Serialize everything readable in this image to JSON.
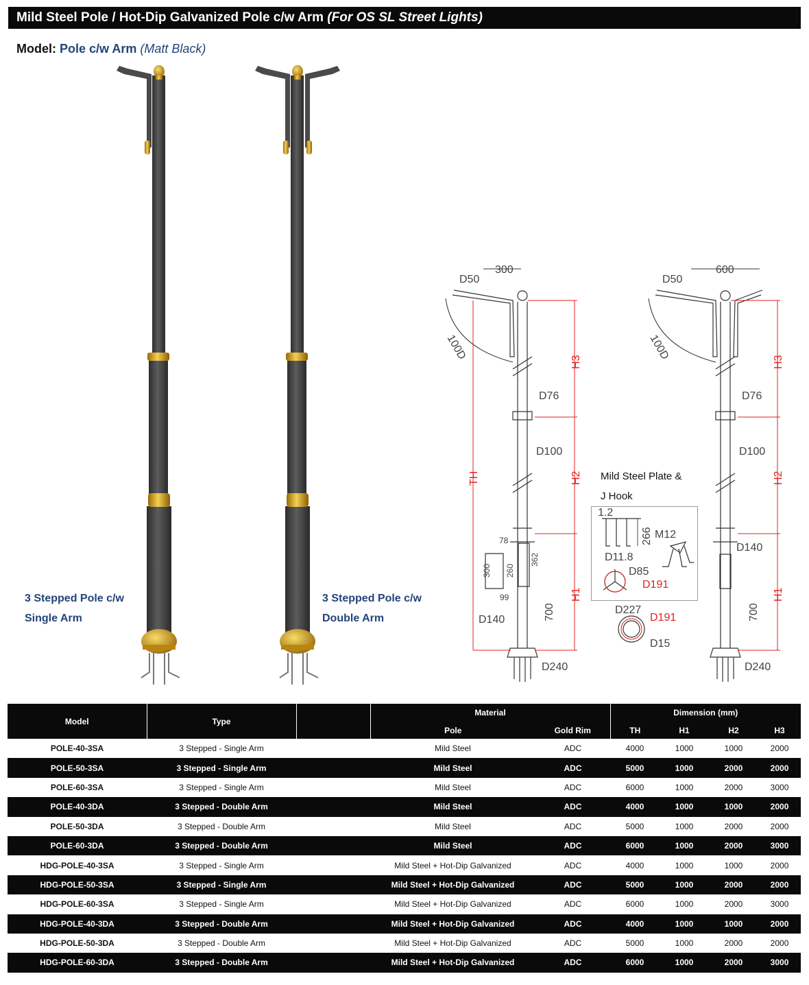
{
  "banner": {
    "title": "Mild Steel Pole / Hot-Dip Galvanized Pole c/w Arm",
    "subtitle": "(For OS SL Street Lights)"
  },
  "model": {
    "label": "Model:",
    "name": "Pole c/w Arm",
    "finish": "(Matt Black)"
  },
  "captions": {
    "single_l1": "3 Stepped Pole c/w",
    "single_l2": "Single Arm",
    "double_l1": "3 Stepped Pole c/w",
    "double_l2": "Double Arm"
  },
  "colors": {
    "pole": "#4a4a4a",
    "gold": "#d4a21c",
    "header_bg": "#0a0a0a",
    "accent_text": "#23447a",
    "dim_red": "#e32020"
  },
  "drawing": {
    "single": {
      "arm": "300",
      "d50": "D50",
      "r100": "100D",
      "th": "TH",
      "h3": "H3",
      "h2": "H2",
      "h1": "H1",
      "d76": "D76",
      "d100": "D100",
      "d140": "D140",
      "d240": "D240",
      "d78": "78",
      "d300": "300",
      "d260": "260",
      "d362": "362",
      "d99": "99",
      "d700": "700"
    },
    "double": {
      "arm": "600",
      "d50": "D50",
      "r100": "100D",
      "h3": "H3",
      "h2": "H2",
      "h1": "H1",
      "d76": "D76",
      "d100": "D100",
      "d140": "D140",
      "d240": "D240",
      "d700": "700"
    },
    "plate": {
      "title_l1": "Mild Steel Plate &",
      "title_l2": "J Hook",
      "t12": "1.2",
      "t266": "266",
      "m12": "M12",
      "d118": "D11.8",
      "d85": "D85",
      "d191a": "D191",
      "d227": "D227",
      "d191b": "D191",
      "d15": "D15"
    }
  },
  "table": {
    "headers": {
      "model": "Model",
      "type": "Type",
      "material": "Material",
      "dimension": "Dimension (mm)",
      "pole": "Pole",
      "gold_rim": "Gold Rim",
      "th": "TH",
      "h1": "H1",
      "h2": "H2",
      "h3": "H3"
    },
    "rows": [
      {
        "model": "POLE-40-3SA",
        "type": "3 Stepped - Single Arm",
        "pole": "Mild Steel",
        "rim": "ADC",
        "th": "4000",
        "h1": "1000",
        "h2": "1000",
        "h3": "2000"
      },
      {
        "model": "POLE-50-3SA",
        "type": "3 Stepped - Single Arm",
        "pole": "Mild Steel",
        "rim": "ADC",
        "th": "5000",
        "h1": "1000",
        "h2": "2000",
        "h3": "2000"
      },
      {
        "model": "POLE-60-3SA",
        "type": "3 Stepped - Single Arm",
        "pole": "Mild Steel",
        "rim": "ADC",
        "th": "6000",
        "h1": "1000",
        "h2": "2000",
        "h3": "3000"
      },
      {
        "model": "POLE-40-3DA",
        "type": "3 Stepped - Double Arm",
        "pole": "Mild Steel",
        "rim": "ADC",
        "th": "4000",
        "h1": "1000",
        "h2": "1000",
        "h3": "2000"
      },
      {
        "model": "POLE-50-3DA",
        "type": "3 Stepped - Double Arm",
        "pole": "Mild Steel",
        "rim": "ADC",
        "th": "5000",
        "h1": "1000",
        "h2": "2000",
        "h3": "2000"
      },
      {
        "model": "POLE-60-3DA",
        "type": "3 Stepped - Double Arm",
        "pole": "Mild Steel",
        "rim": "ADC",
        "th": "6000",
        "h1": "1000",
        "h2": "2000",
        "h3": "3000"
      },
      {
        "model": "HDG-POLE-40-3SA",
        "type": "3 Stepped - Single Arm",
        "pole": "Mild Steel + Hot-Dip Galvanized",
        "rim": "ADC",
        "th": "4000",
        "h1": "1000",
        "h2": "1000",
        "h3": "2000"
      },
      {
        "model": "HDG-POLE-50-3SA",
        "type": "3 Stepped - Single Arm",
        "pole": "Mild Steel + Hot-Dip Galvanized",
        "rim": "ADC",
        "th": "5000",
        "h1": "1000",
        "h2": "2000",
        "h3": "2000"
      },
      {
        "model": "HDG-POLE-60-3SA",
        "type": "3 Stepped - Single Arm",
        "pole": "Mild Steel + Hot-Dip Galvanized",
        "rim": "ADC",
        "th": "6000",
        "h1": "1000",
        "h2": "2000",
        "h3": "3000"
      },
      {
        "model": "HDG-POLE-40-3DA",
        "type": "3 Stepped - Double Arm",
        "pole": "Mild Steel + Hot-Dip Galvanized",
        "rim": "ADC",
        "th": "4000",
        "h1": "1000",
        "h2": "1000",
        "h3": "2000"
      },
      {
        "model": "HDG-POLE-50-3DA",
        "type": "3 Stepped - Double Arm",
        "pole": "Mild Steel + Hot-Dip Galvanized",
        "rim": "ADC",
        "th": "5000",
        "h1": "1000",
        "h2": "2000",
        "h3": "2000"
      },
      {
        "model": "HDG-POLE-60-3DA",
        "type": "3 Stepped - Double Arm",
        "pole": "Mild Steel + Hot-Dip Galvanized",
        "rim": "ADC",
        "th": "6000",
        "h1": "1000",
        "h2": "2000",
        "h3": "3000"
      }
    ]
  }
}
